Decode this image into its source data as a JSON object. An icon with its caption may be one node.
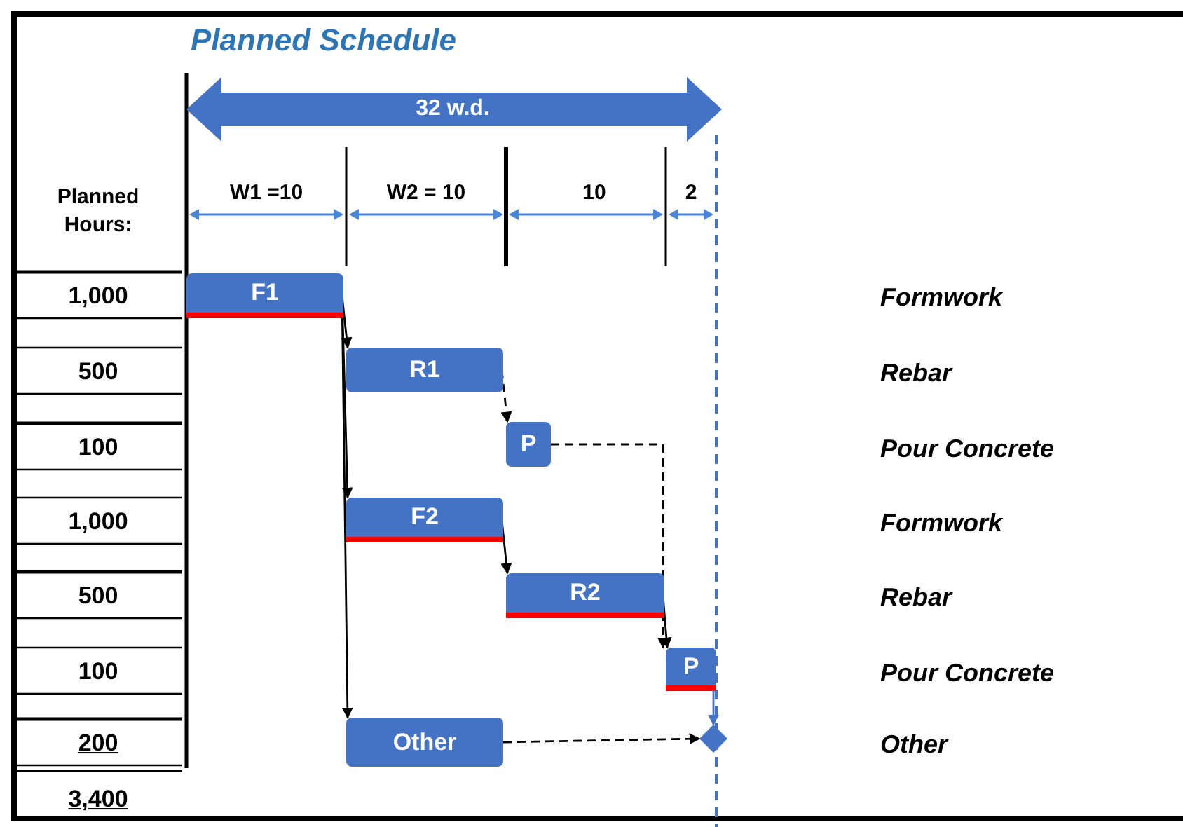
{
  "diagram": {
    "title": "Planned Schedule",
    "nodes": [
      {
        "text": [
          "F1"
        ]
      },
      {
        "text": [
          "R1"
        ]
      },
      {
        "text": [
          "P"
        ]
      },
      {
        "text": [
          "F2"
        ]
      },
      {
        "text": [
          "R2"
        ]
      },
      {
        "text": [
          "P"
        ]
      },
      {
        "text": [
          "Other"
        ]
      },
      {
        "text": [],
        "shape": "diamond"
      }
    ],
    "edges": [
      {
        "from": 0,
        "to": 1,
        "arrow": "to"
      },
      {
        "from": 0,
        "to": 3,
        "arrow": "to"
      },
      {
        "from": 0,
        "to": 6,
        "arrow": "to"
      },
      {
        "from": 1,
        "to": 2,
        "arrow": "to",
        "style": "dashed"
      },
      {
        "from": 3,
        "to": 4,
        "arrow": "to"
      },
      {
        "from": 2,
        "to": 5,
        "arrow": "to",
        "style": "dashed"
      },
      {
        "from": 4,
        "to": 5,
        "arrow": "to"
      },
      {
        "from": 5,
        "to": 7,
        "arrow": "to",
        "color": "#4472c4"
      },
      {
        "from": 6,
        "to": 7,
        "arrow": "to",
        "style": "dashed"
      }
    ],
    "labels": [
      "32 w.d.",
      "Planned Hours:",
      "W1 =10",
      "W2 = 10",
      "10",
      "2",
      "1,000",
      "Formwork",
      "500",
      "Rebar",
      "100",
      "Pour Concrete",
      "1,000",
      "Formwork",
      "500",
      "Rebar",
      "100",
      "Pour Concrete",
      "200",
      "Other",
      "3,400"
    ]
  }
}
